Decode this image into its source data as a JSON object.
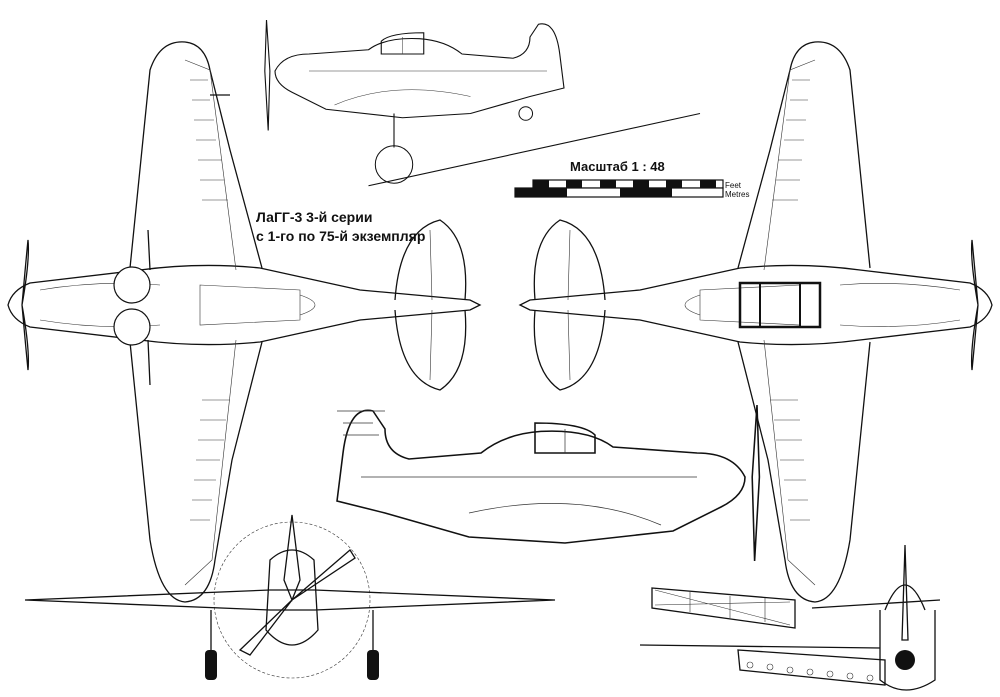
{
  "title": {
    "line1": "ЛаГГ-3 3-й серии",
    "line2": "с 1-го по 75-й экземпляр"
  },
  "scale": {
    "label": "Масштаб 1 : 48",
    "feet_label": "Feet",
    "metres_label": "Metres"
  },
  "colors": {
    "ink": "#111111",
    "paper": "#ffffff"
  }
}
